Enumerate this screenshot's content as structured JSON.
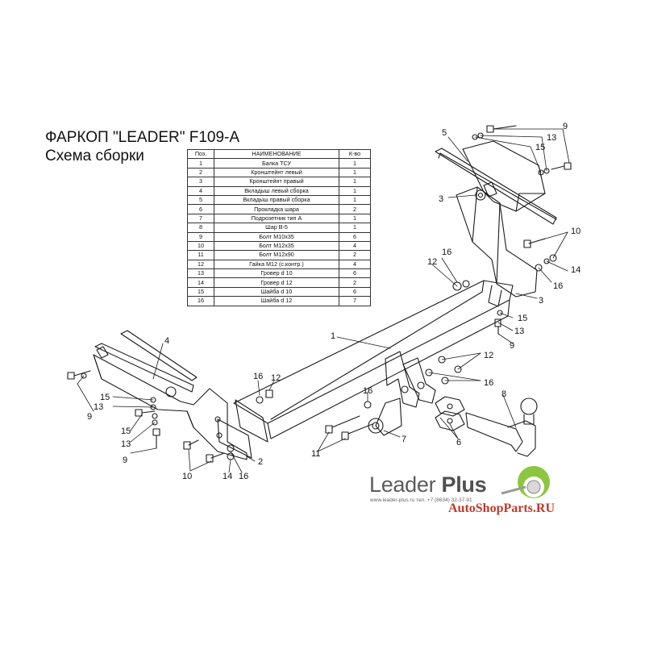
{
  "header": {
    "title": "ФАРКОП \"LEADER\" F109-A",
    "subtitle": "Схема сборки"
  },
  "parts_table": {
    "columns": [
      "Поз.",
      "НАИМЕНОВАНИЕ",
      "К-во"
    ],
    "rows": [
      {
        "pos": "1",
        "name": "Балка ТСУ",
        "qty": "1"
      },
      {
        "pos": "2",
        "name": "Кронштейнт левый",
        "qty": "1"
      },
      {
        "pos": "3",
        "name": "Кронштейнт правый",
        "qty": "1"
      },
      {
        "pos": "4",
        "name": "Вкладыш левый сборка",
        "qty": "1"
      },
      {
        "pos": "5",
        "name": "Вкладыш правый сборка",
        "qty": "1"
      },
      {
        "pos": "6",
        "name": "Прокладка шара",
        "qty": "2"
      },
      {
        "pos": "7",
        "name": "Подрозетник тип А",
        "qty": "1"
      },
      {
        "pos": "8",
        "name": "Шар В-5",
        "qty": "1"
      },
      {
        "pos": "9",
        "name": "Болт М10х35",
        "qty": "6"
      },
      {
        "pos": "10",
        "name": "Болт М12х35",
        "qty": "4"
      },
      {
        "pos": "11",
        "name": "Болт М12х90",
        "qty": "2"
      },
      {
        "pos": "12",
        "name": "Гайка М12 (с.контр.)",
        "qty": "4"
      },
      {
        "pos": "13",
        "name": "Гровер d 10",
        "qty": "6"
      },
      {
        "pos": "14",
        "name": "Гровер d 12",
        "qty": "2"
      },
      {
        "pos": "15",
        "name": "Шайба d 10",
        "qty": "6"
      },
      {
        "pos": "16",
        "name": "Шайба d 12",
        "qty": "7"
      }
    ]
  },
  "callouts": [
    {
      "id": "c9a",
      "text": "9"
    },
    {
      "id": "c13a",
      "text": "13"
    },
    {
      "id": "c15a",
      "text": "15"
    },
    {
      "id": "c5",
      "text": "5"
    },
    {
      "id": "c3a",
      "text": "3"
    },
    {
      "id": "c10a",
      "text": "10"
    },
    {
      "id": "c14a",
      "text": "14"
    },
    {
      "id": "c16a",
      "text": "16"
    },
    {
      "id": "c3b",
      "text": "3"
    },
    {
      "id": "c16b",
      "text": "16"
    },
    {
      "id": "c12a",
      "text": "12"
    },
    {
      "id": "c15b",
      "text": "15"
    },
    {
      "id": "c13b",
      "text": "13"
    },
    {
      "id": "c9b",
      "text": "9"
    },
    {
      "id": "c1",
      "text": "1"
    },
    {
      "id": "c12b",
      "text": "12"
    },
    {
      "id": "c16c",
      "text": "16"
    },
    {
      "id": "c4",
      "text": "4"
    },
    {
      "id": "c16d",
      "text": "16"
    },
    {
      "id": "c12c",
      "text": "12"
    },
    {
      "id": "c16e",
      "text": "16"
    },
    {
      "id": "c8",
      "text": "8"
    },
    {
      "id": "c15c",
      "text": "15"
    },
    {
      "id": "c13c",
      "text": "13"
    },
    {
      "id": "c9c",
      "text": "9"
    },
    {
      "id": "c15d",
      "text": "15"
    },
    {
      "id": "c13d",
      "text": "13"
    },
    {
      "id": "c9d",
      "text": "9"
    },
    {
      "id": "c2",
      "text": "2"
    },
    {
      "id": "c10b",
      "text": "10"
    },
    {
      "id": "c14b",
      "text": "14"
    },
    {
      "id": "c16f",
      "text": "16"
    },
    {
      "id": "c11",
      "text": "11"
    },
    {
      "id": "c7",
      "text": "7"
    },
    {
      "id": "c6",
      "text": "6"
    }
  ],
  "branding": {
    "logo_word": "Leader",
    "logo_bold": "Plus",
    "contact": "www.leader-plus.ru   тел. +7 (8634) 32-37-91",
    "shop": "AutoShopParts.RU",
    "colors": {
      "logo_green": "#8cc63f",
      "logo_gray": "#5c5c5c",
      "shop_red": "#c0392b",
      "line": "#1a1a1a"
    }
  }
}
